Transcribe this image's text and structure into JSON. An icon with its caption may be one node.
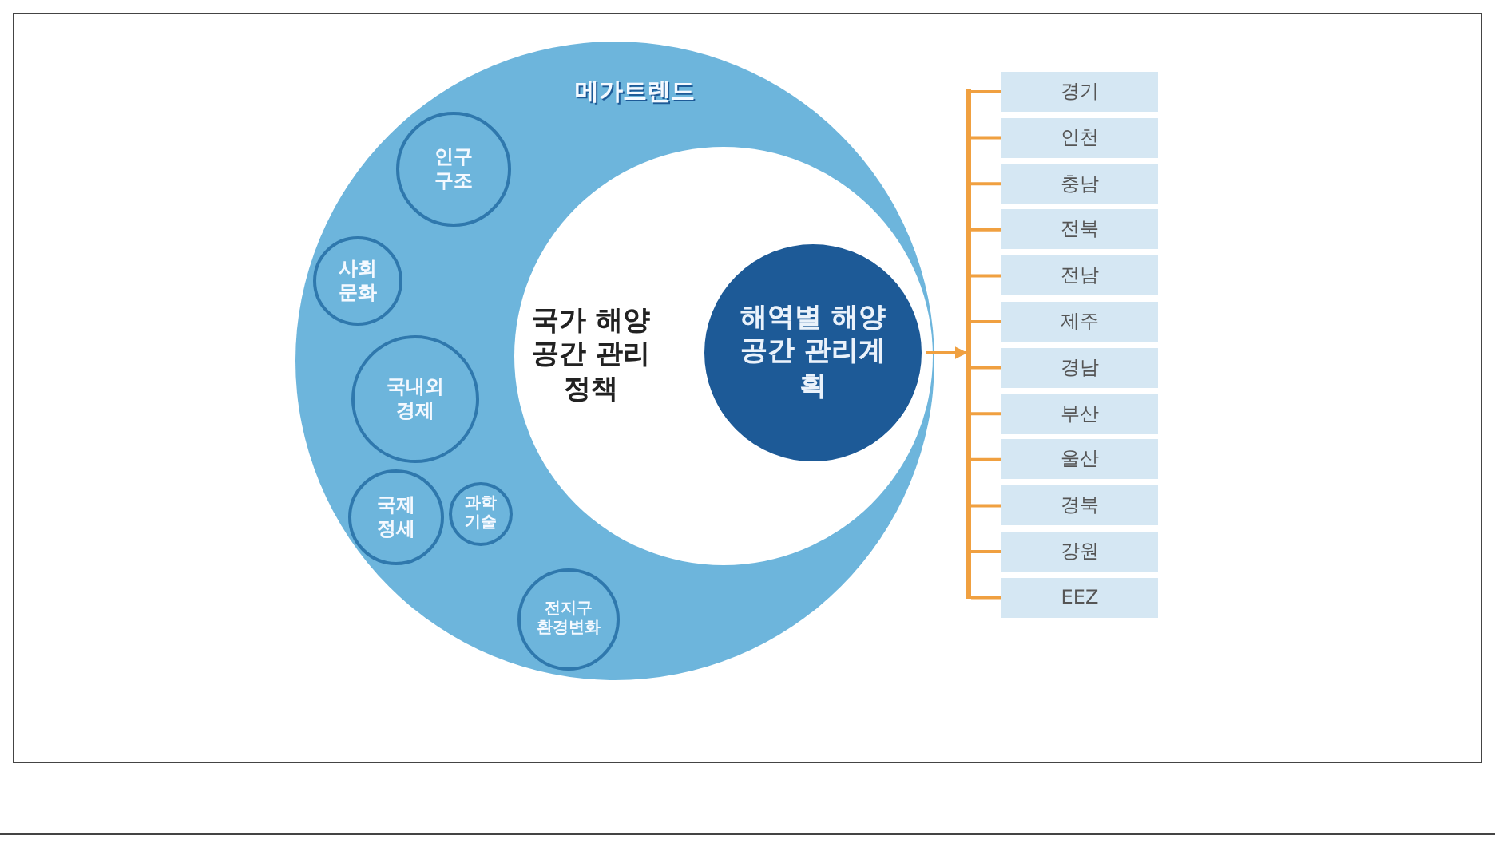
{
  "diagram": {
    "nodes": [
      {
        "text": [
          "메가트렌드"
        ]
      },
      {
        "text": [
          "인구 구조"
        ],
        "in": 0
      },
      {
        "text": [
          "사회 문화"
        ],
        "in": 0
      },
      {
        "text": [
          "국내외 경제"
        ],
        "in": 0
      },
      {
        "text": [
          "국제 정세"
        ],
        "in": 0
      },
      {
        "text": [
          "과학 기술"
        ],
        "in": 0
      },
      {
        "text": [
          "전지구 환경변화"
        ],
        "in": 0
      },
      {
        "text": [
          "국가 해양공간 관리정책"
        ],
        "in": 0
      },
      {
        "text": [
          "해역별 해양공간 관리계획"
        ],
        "in": 7
      },
      {
        "text": [],
        "shape": "bar"
      },
      {
        "text": [
          "경기"
        ]
      },
      {
        "text": [
          "인천"
        ]
      },
      {
        "text": [
          "충남"
        ]
      },
      {
        "text": [
          "전북"
        ]
      },
      {
        "text": [
          "전남"
        ]
      },
      {
        "text": [
          "제주"
        ]
      },
      {
        "text": [
          "경남"
        ]
      },
      {
        "text": [
          "부산"
        ]
      },
      {
        "text": [
          "울산"
        ]
      },
      {
        "text": [
          "경북"
        ]
      },
      {
        "text": [
          "강원"
        ]
      },
      {
        "text": [
          "EEZ"
        ]
      }
    ],
    "edges": [
      {
        "from": 8,
        "to": 9,
        "arrow": "to"
      },
      {
        "from": 9,
        "to": 10,
        "arrow": "none"
      },
      {
        "from": 9,
        "to": 11,
        "arrow": "none"
      },
      {
        "from": 9,
        "to": 12,
        "arrow": "none"
      },
      {
        "from": 9,
        "to": 13,
        "arrow": "none"
      },
      {
        "from": 9,
        "to": 14,
        "arrow": "none"
      },
      {
        "from": 9,
        "to": 15,
        "arrow": "none"
      },
      {
        "from": 9,
        "to": 16,
        "arrow": "none"
      },
      {
        "from": 9,
        "to": 17,
        "arrow": "none"
      },
      {
        "from": 9,
        "to": 18,
        "arrow": "none"
      },
      {
        "from": 9,
        "to": 19,
        "arrow": "none"
      },
      {
        "from": 9,
        "to": 20,
        "arrow": "none"
      },
      {
        "from": 9,
        "to": 21,
        "arrow": "none"
      }
    ]
  }
}
